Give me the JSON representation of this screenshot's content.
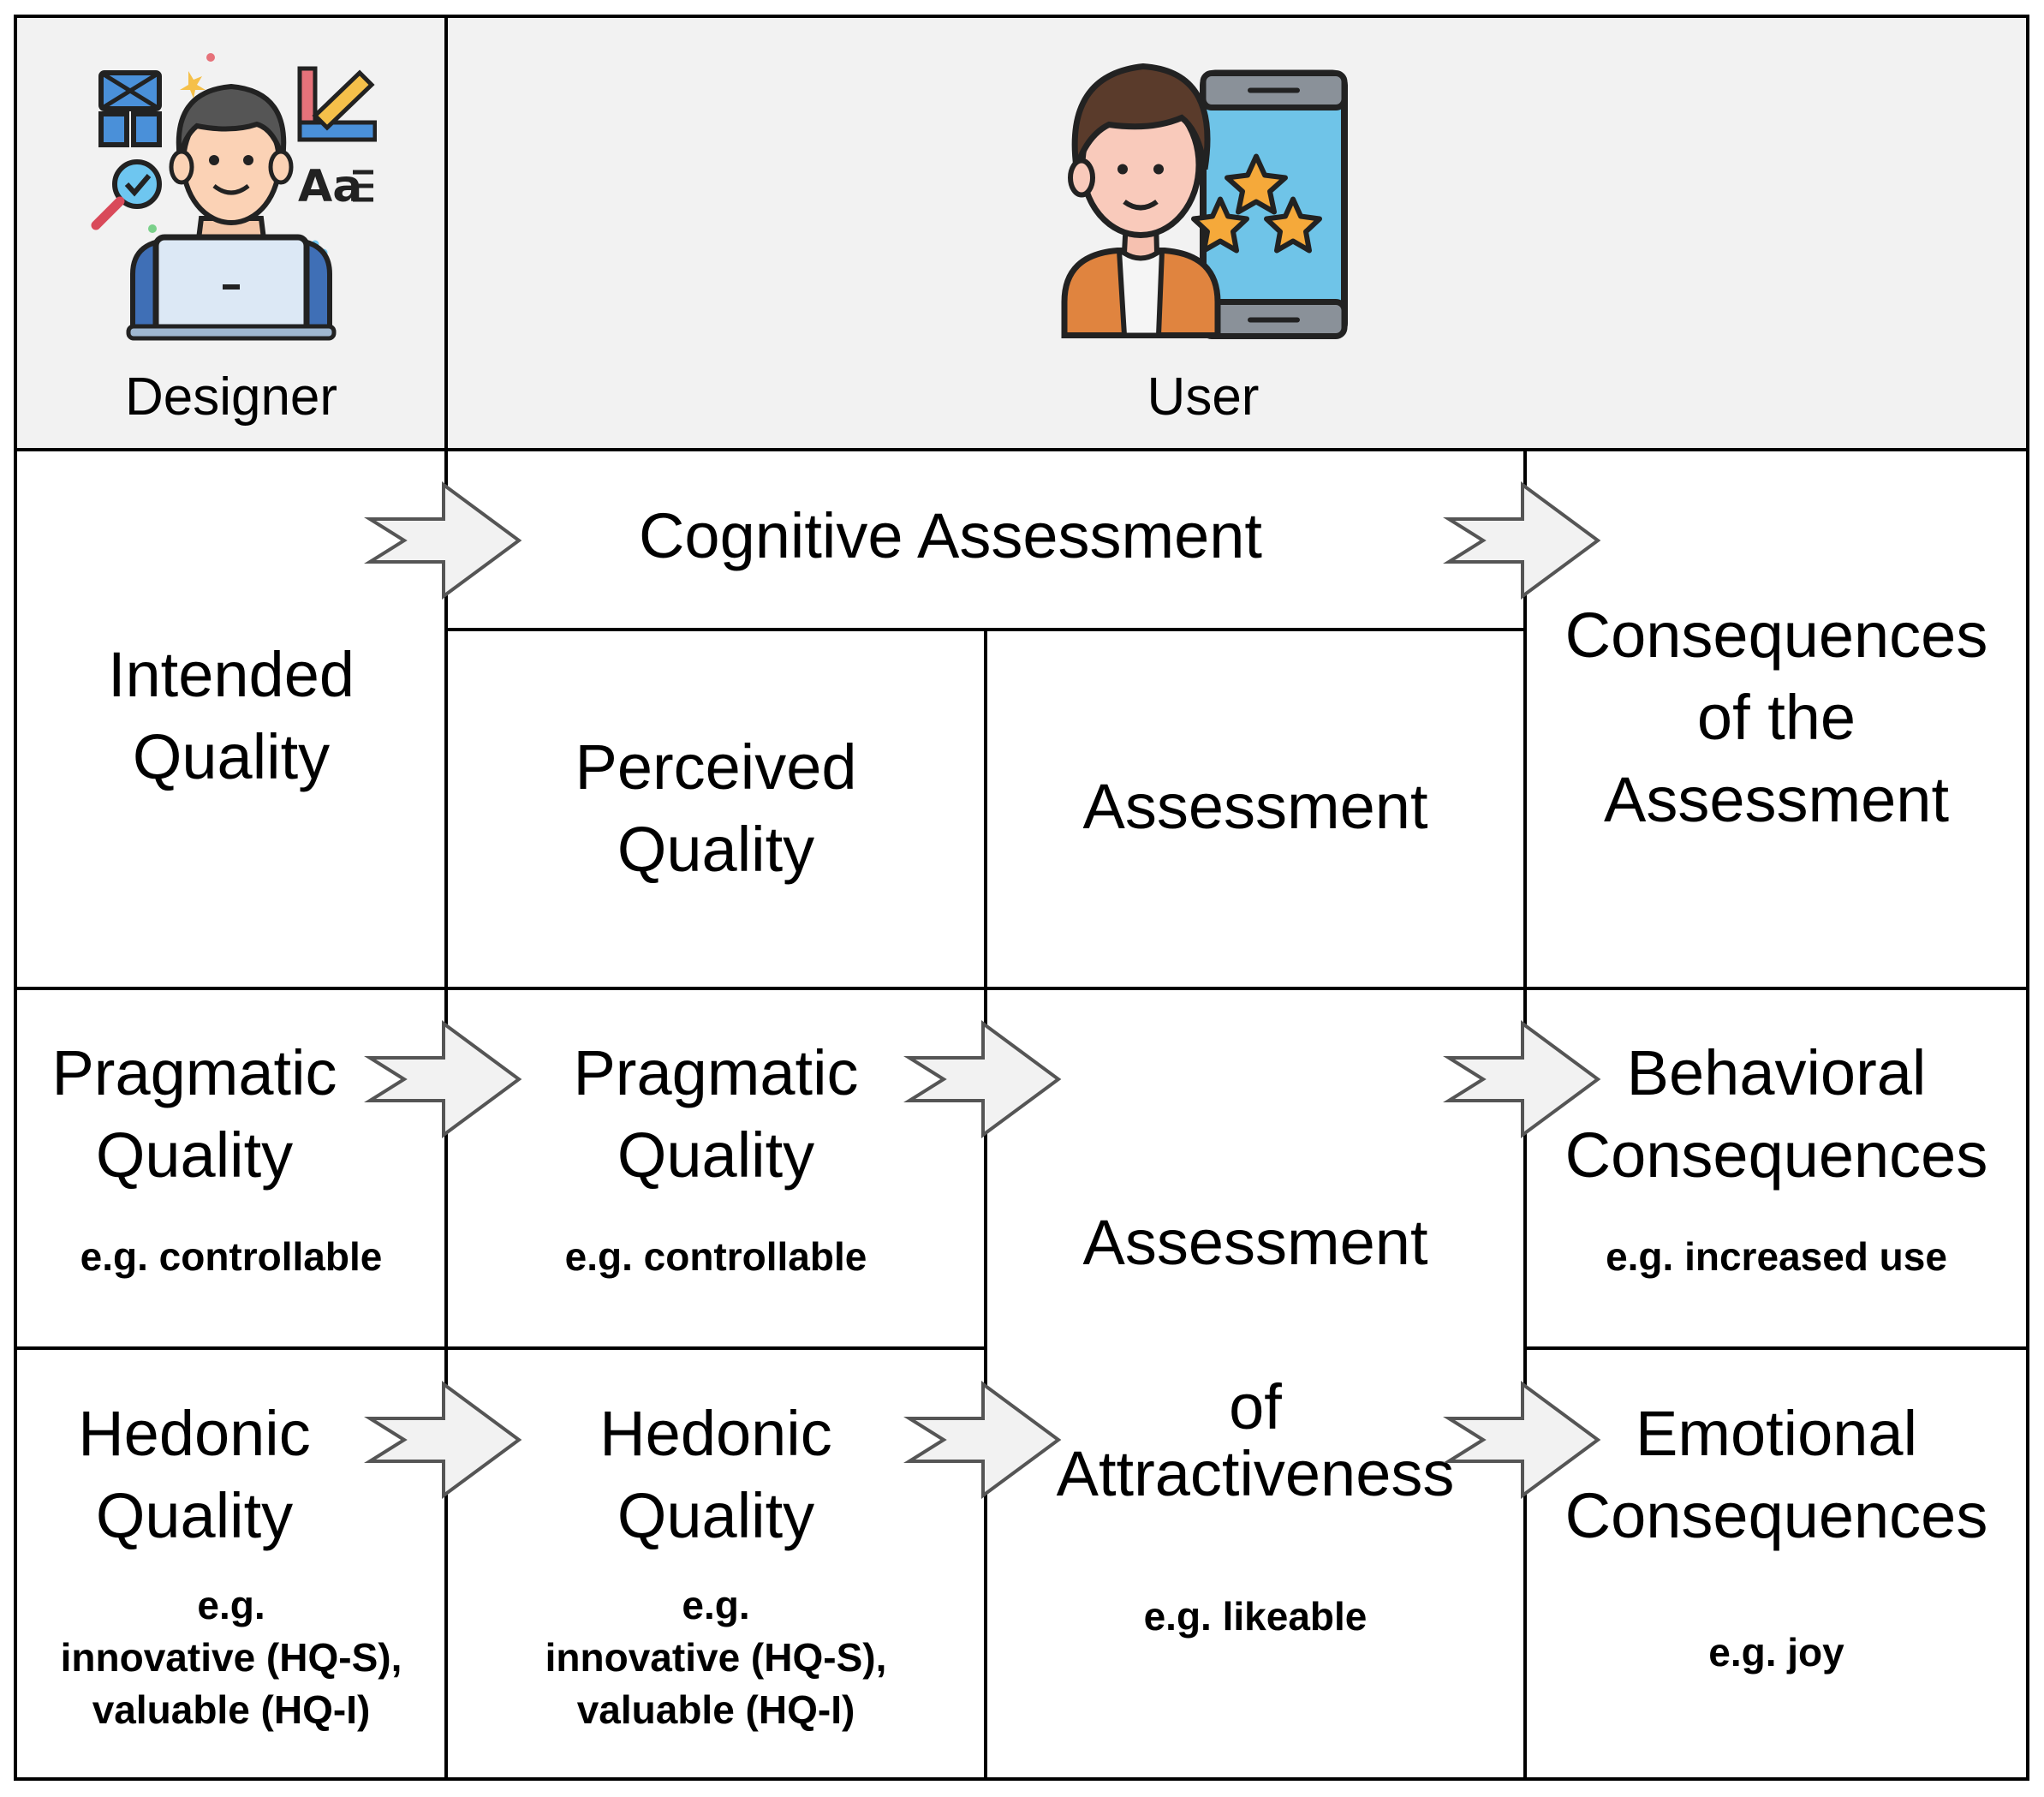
{
  "header": {
    "designer_label": "Designer",
    "user_label": "User",
    "designer_icon": "designer-at-laptop-icon",
    "user_icon": "user-rating-phone-icon"
  },
  "row1": {
    "intended_quality": [
      "Intended",
      "Quality"
    ],
    "cognitive_assessment": "Cognitive Assessment",
    "perceived_quality": [
      "Perceived",
      "Quality"
    ],
    "assessment": "Assessment",
    "consequences": [
      "Consequences",
      "of the",
      "Assessment"
    ]
  },
  "row2": {
    "designer_pragmatic": {
      "title": [
        "Pragmatic",
        "Quality"
      ],
      "example": "e.g. controllable"
    },
    "user_pragmatic": {
      "title": [
        "Pragmatic",
        "Quality"
      ],
      "example": "e.g. controllable"
    },
    "attractiveness": {
      "title": [
        "Assessment",
        "of",
        "Attractiveness"
      ],
      "example": "e.g. likeable"
    },
    "behavioral": {
      "title": [
        "Behavioral",
        "Consequences"
      ],
      "example": "e.g. increased use"
    }
  },
  "row3": {
    "designer_hedonic": {
      "title": [
        "Hedonic",
        "Quality"
      ],
      "example": [
        "e.g.",
        "innovative (HQ-S),",
        "valuable (HQ-I)"
      ]
    },
    "user_hedonic": {
      "title": [
        "Hedonic",
        "Quality"
      ],
      "example": [
        "e.g.",
        "innovative (HQ-S),",
        "valuable (HQ-I)"
      ]
    },
    "emotional": {
      "title": [
        "Emotional",
        "Consequences"
      ],
      "example": "e.g. joy"
    }
  },
  "colors": {
    "border": "#000000",
    "header_bg": "#f2f2f2",
    "arrow_fill": "#f2f2f2",
    "arrow_stroke": "#555555"
  }
}
